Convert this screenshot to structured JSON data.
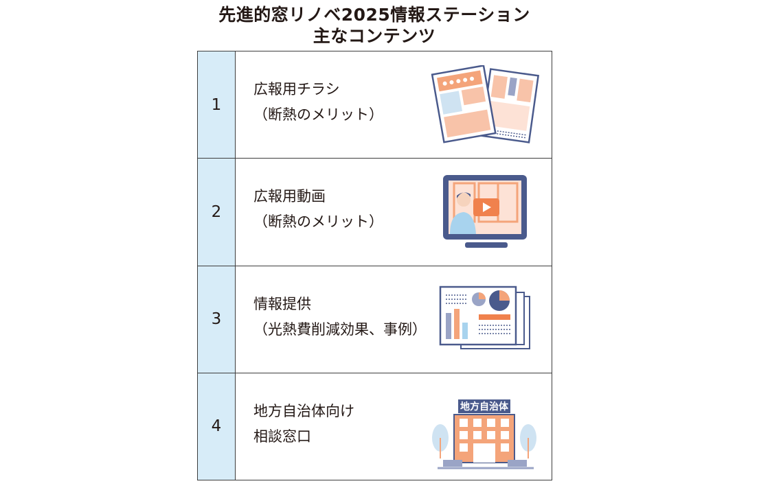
{
  "title": {
    "line1": "先進的窓リノベ2025情報ステーション",
    "line2": "主なコンテンツ"
  },
  "rows": [
    {
      "num": "1",
      "line1": "広報用チラシ",
      "line2": "（断熱のメリット）",
      "icon": "flyer-icon"
    },
    {
      "num": "2",
      "line1": "広報用動画",
      "line2": "（断熱のメリット）",
      "icon": "video-monitor-icon"
    },
    {
      "num": "3",
      "line1": "情報提供",
      "line2": "（光熱費削減効果、事例）",
      "icon": "report-charts-icon"
    },
    {
      "num": "4",
      "line1": "地方自治体向け",
      "line2": "相談窓口",
      "icon": "city-hall-icon",
      "icon_sign": "地方自治体"
    }
  ],
  "colors": {
    "number_cell_bg": "#d7ecf8",
    "accent_orange": "#f4a47a",
    "accent_blue": "#4a5a8c"
  }
}
